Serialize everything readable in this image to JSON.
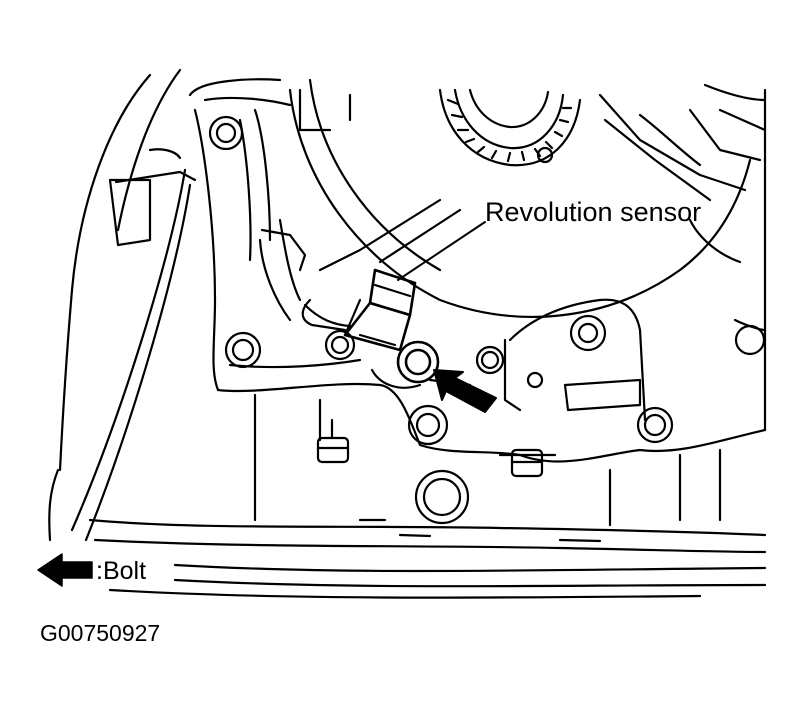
{
  "diagram": {
    "callout_label": "Revolution sensor",
    "legend_label": ":Bolt",
    "figure_id": "G00750927"
  },
  "colors": {
    "ink": "#000000",
    "paper": "#ffffff"
  },
  "icons": {
    "bolt_arrow": "left-arrow-icon",
    "pointer_arrow": "pointer-arrow-icon"
  }
}
